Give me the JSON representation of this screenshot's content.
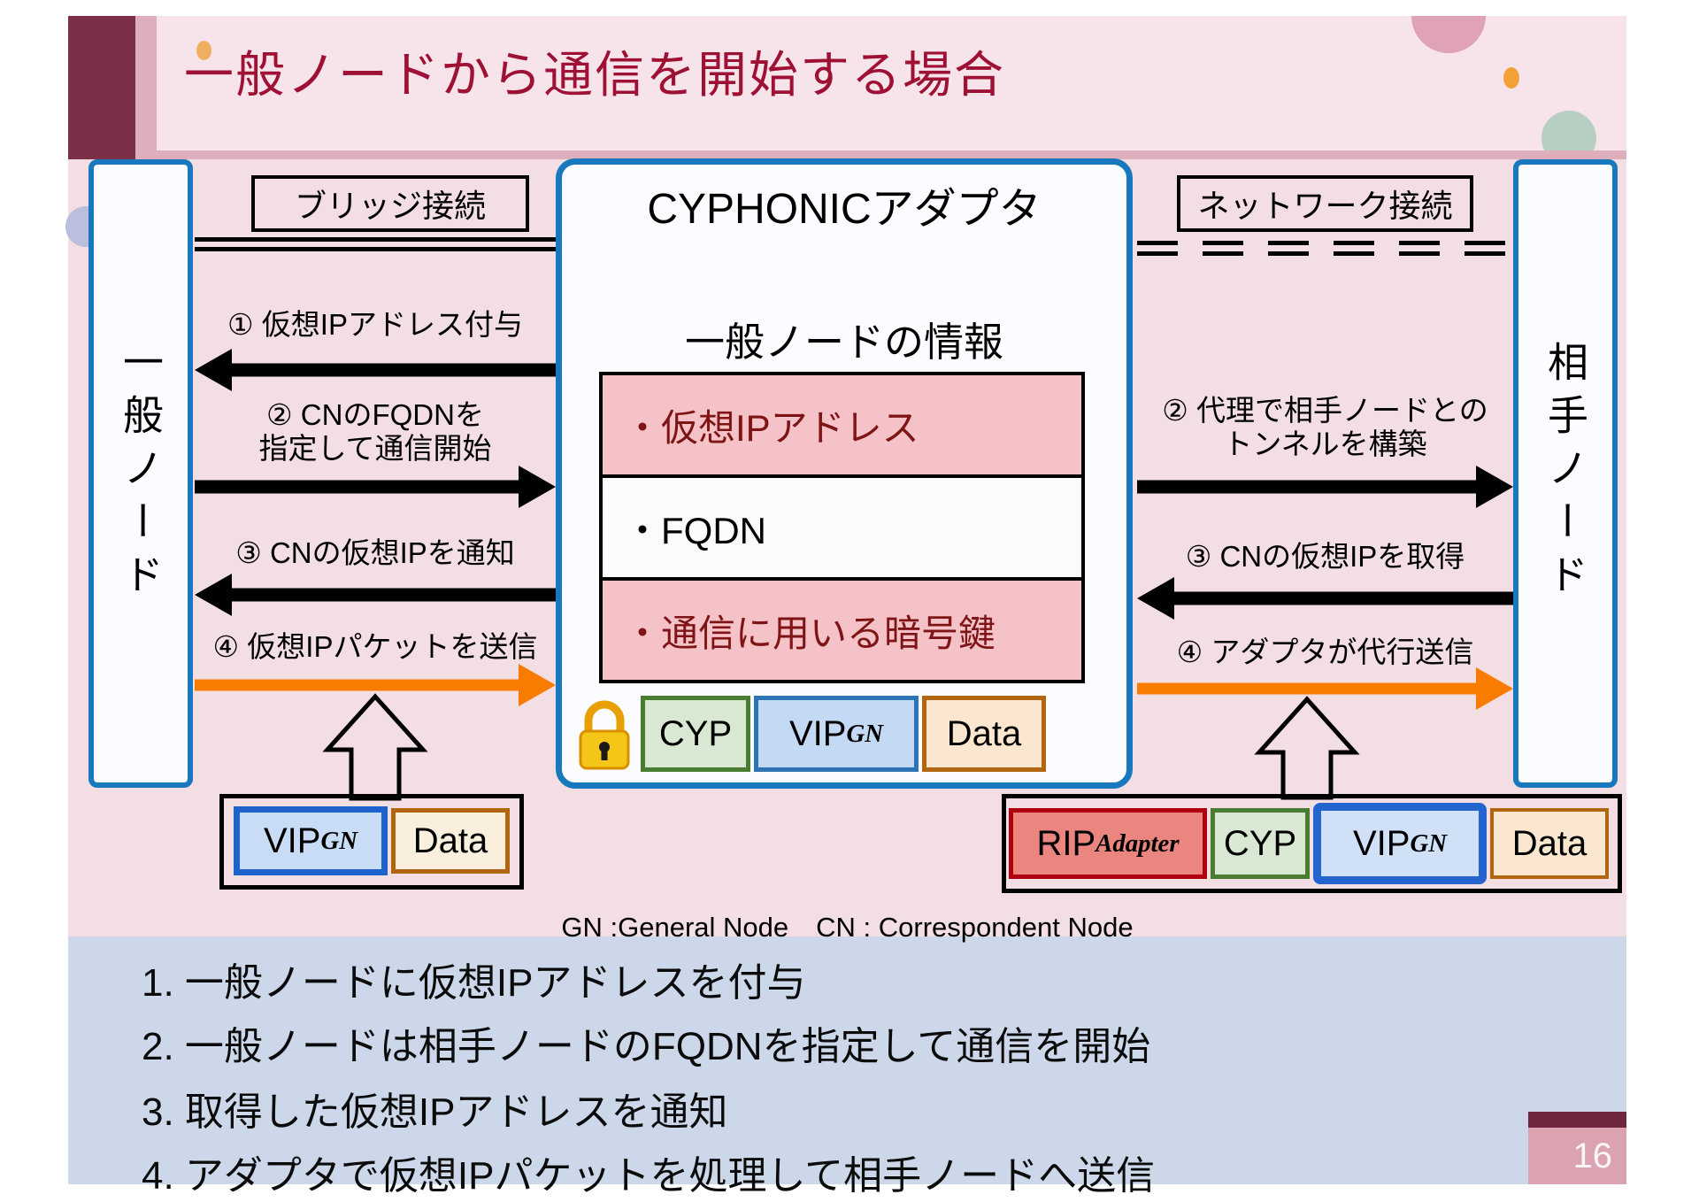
{
  "slide": {
    "title": "一般ノードから通信を開始する場合",
    "page_number": "16"
  },
  "colors": {
    "title_text": "#9e1135",
    "node_border_blue": "#1878be",
    "orange_arrow": "#f97c00",
    "highlight_row_bg": "#f5c2c7",
    "highlight_row_text": "#7e1416",
    "maroon_accent": "#7c3048",
    "footer_band": "#ccd8ea"
  },
  "nodes": {
    "general": "一般ノード",
    "correspondent": "相手ノード"
  },
  "connections": {
    "bridge": "ブリッジ接続",
    "network": "ネットワーク接続"
  },
  "adapter": {
    "title": "CYPHONICアダプタ",
    "info_heading": "一般ノードの情報",
    "rows": {
      "virtual_ip": "・仮想IPアドレス",
      "fqdn": "・FQDN",
      "crypt_key": "・通信に用いる暗号鍵"
    }
  },
  "left_flow": {
    "step1": "① 仮想IPアドレス付与",
    "step2_line1": "② CNのFQDNを",
    "step2_line2": "指定して通信開始",
    "step3": "③ CNの仮想IPを通知",
    "step4": "④ 仮想IPパケットを送信"
  },
  "right_flow": {
    "step2_line1": "② 代理で相手ノードとの",
    "step2_line2": "トンネルを構築",
    "step3": "③ CNの仮想IPを取得",
    "step4": "④ アダプタが代行送信"
  },
  "packets": {
    "adapter": {
      "f1": "CYP",
      "f2": "VIP",
      "f2_sub": "GN",
      "f3": "Data"
    },
    "general": {
      "f1": "VIP",
      "f1_sub": "GN",
      "f2": "Data"
    },
    "correspondent": {
      "f1": "RIP",
      "f1_sub": "Adapter",
      "f2": "CYP",
      "f3": "VIP",
      "f3_sub": "GN",
      "f4": "Data"
    }
  },
  "legend": "GN :General Node　CN : Correspondent Node",
  "steps": {
    "s1": "1. 一般ノードに仮想IPアドレスを付与",
    "s2": "2. 一般ノードは相手ノードのFQDNを指定して通信を開始",
    "s3": "3. 取得した仮想IPアドレスを通知",
    "s4": "4. アダプタで仮想IPパケットを処理して相手ノードへ送信"
  }
}
